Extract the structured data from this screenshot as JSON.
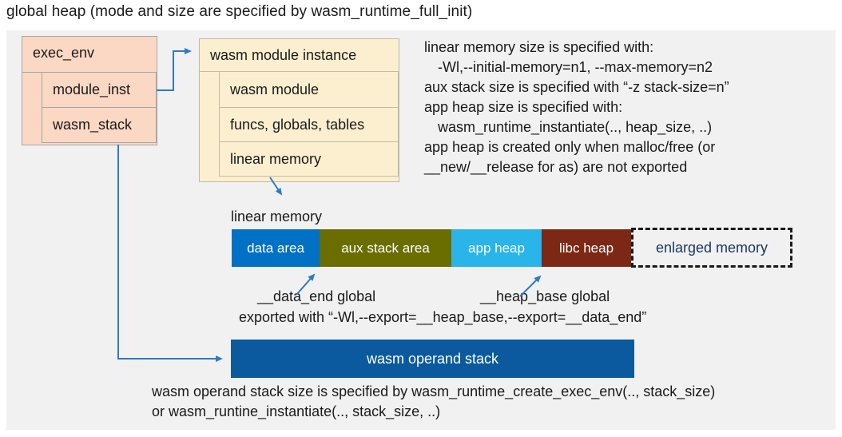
{
  "title": "global heap (mode and size are specified by wasm_runtime_full_init)",
  "exec_env_box": {
    "title": "exec_env",
    "rows": [
      {
        "label": "module_inst"
      },
      {
        "label": "wasm_stack"
      }
    ]
  },
  "module_instance_box": {
    "title": "wasm module instance",
    "rows": [
      {
        "label": "wasm module"
      },
      {
        "label": "funcs, globals, tables"
      },
      {
        "label": "linear memory"
      }
    ]
  },
  "config_notes": {
    "lines": [
      "linear memory size is specified with:",
      "-Wl,--initial-memory=n1, --max-memory=n2",
      "aux stack size is specified with “-z stack-size=n”",
      "app heap size is specified with:",
      "wasm_runtime_instantiate(.., heap_size, ..)",
      "app heap is created only when malloc/free (or",
      "__new/__release for as) are not exported"
    ]
  },
  "linear_memory_bar": {
    "label": "linear memory",
    "segments": [
      {
        "label": "data area",
        "color": "#0071c5"
      },
      {
        "label": "aux stack area",
        "color": "#6a6d00"
      },
      {
        "label": "app heap",
        "color": "#29b4ea"
      },
      {
        "label": "libc heap",
        "color": "#7c2814"
      },
      {
        "label": "enlarged memory",
        "color": "transparent-dashed",
        "text_color": "#17365d"
      }
    ]
  },
  "globals_annotation": {
    "data_end": "__data_end global",
    "heap_base": "__heap_base global",
    "export_note": "exported with “-Wl,--export=__heap_base,--export=__data_end”"
  },
  "operand_stack": {
    "label": "wasm operand stack",
    "color": "#0a5a9d",
    "notes": [
      "wasm operand stack size is specified by wasm_runtime_create_exec_env(.., stack_size)",
      "or wasm_runtine_instantiate(.., stack_size, ..)"
    ]
  },
  "colors": {
    "panel_background": "#f1f1f1",
    "exec_env_fill": "#fbd8c4",
    "module_instance_fill": "#fcefd0",
    "arrow_blue": "#2e7bc6"
  }
}
